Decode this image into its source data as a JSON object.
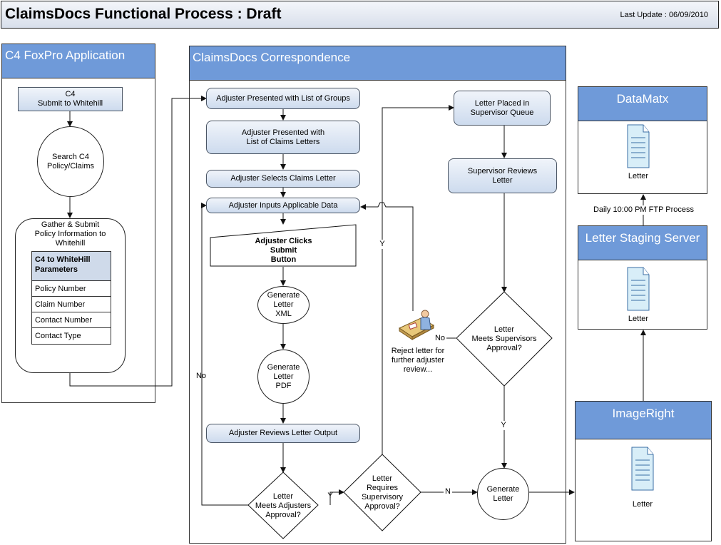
{
  "header": {
    "title": "ClaimsDocs Functional Process : Draft",
    "last_update": "Last Update : 06/09/2010"
  },
  "c4_lane": {
    "title": "C4 FoxPro Application",
    "submit_box": "C4\nSubmit to Whitehill",
    "search_circle": "Search C4\nPolicy/Claims",
    "gather_label": "Gather & Submit\nPolicy Information to\nWhitehill",
    "params_header": "C4 to WhiteHill\nParameters",
    "params": [
      "Policy Number",
      "Claim Number",
      "Contact Number",
      "Contact Type"
    ]
  },
  "claims_lane": {
    "title": "ClaimsDocs Correspondence",
    "step_groups": "Adjuster Presented with List of Groups",
    "step_letters": "Adjuster Presented with\nList of Claims Letters",
    "step_select": "Adjuster Selects Claims Letter",
    "step_inputs": "Adjuster Inputs Applicable Data",
    "step_clicks": "Adjuster Clicks\nSubmit\nButton",
    "gen_xml": "Generate\nLetter\nXML",
    "gen_pdf": "Generate\nLetter\nPDF",
    "step_reviews": "Adjuster Reviews Letter Output",
    "dec_adjuster": "Letter\nMeets Adjusters\nApproval?",
    "dec_supervisory": "Letter\nRequires\nSupervisory\nApproval?",
    "gen_letter": "Generate\nLetter",
    "queue": "Letter Placed in\nSupervisor Queue",
    "sup_reviews": "Supervisor Reviews\nLetter",
    "dec_supervisor": "Letter\nMeets Supervisors\nApproval?",
    "reject": "Reject letter for\nfurther adjuster\nreview...",
    "label_no_left": "No",
    "label_y1": "Y",
    "label_y_up": "Y",
    "label_n": "N",
    "label_no_reject": "No",
    "label_y_down": "Y"
  },
  "datamatx": {
    "title": "DataMatx",
    "doc_label": "Letter"
  },
  "ftp_label": "Daily 10:00 PM FTP Process",
  "staging": {
    "title": "Letter Staging Server",
    "doc_label": "Letter"
  },
  "imageright": {
    "title": "ImageRight",
    "doc_label": "Letter"
  }
}
